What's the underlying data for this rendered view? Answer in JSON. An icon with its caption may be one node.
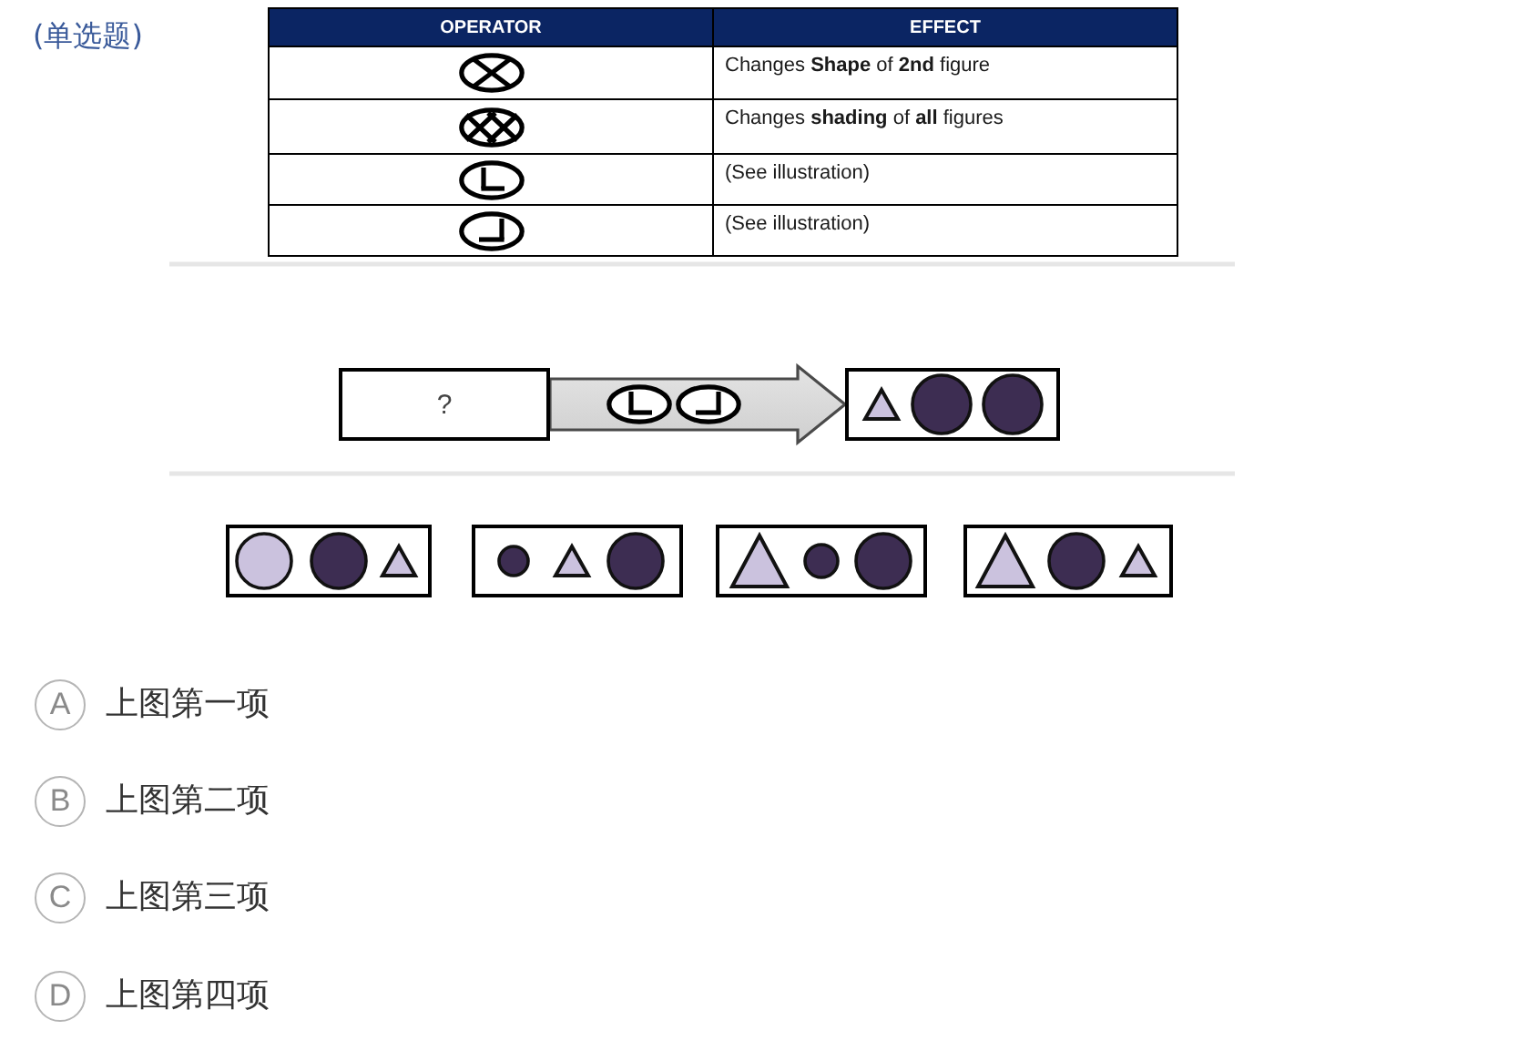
{
  "diagram": {
    "nodes": [
      {
        "text": [
          "?"
        ]
      },
      {
        "text": [],
        "shape": "box"
      },
      {
        "text": [],
        "shape": "box"
      },
      {
        "text": [],
        "shape": "box"
      },
      {
        "text": [],
        "shape": "box"
      },
      {
        "text": [],
        "shape": "box"
      },
      {
        "text": [
          "A"
        ],
        "beside": [
          "上图第一项"
        ]
      },
      {
        "text": [
          "B"
        ],
        "beside": [
          "上图第二项"
        ]
      },
      {
        "text": [
          "C"
        ],
        "beside": [
          "上图第三项"
        ]
      },
      {
        "text": [
          "D"
        ],
        "beside": [
          "上图第四项"
        ]
      }
    ],
    "edges": [
      {
        "from": 0,
        "to": 1,
        "arrow": "to"
      }
    ],
    "labels": [
      "(单选题)",
      "OPERATOR",
      "EFFECT",
      "Changes **Shape** of **2nd** figure",
      "Changes **shading** of **all** figures",
      "(See illustration)",
      "(See illustration)"
    ]
  }
}
